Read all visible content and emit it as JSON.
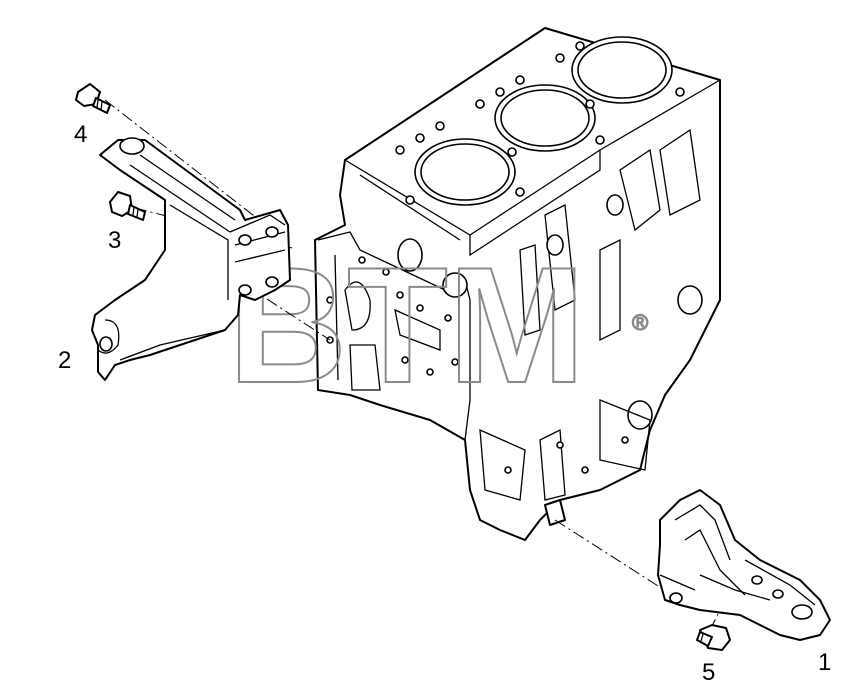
{
  "diagram": {
    "callouts": [
      {
        "id": "1",
        "label": "1"
      },
      {
        "id": "2",
        "label": "2"
      },
      {
        "id": "3",
        "label": "3"
      },
      {
        "id": "4",
        "label": "4"
      },
      {
        "id": "5",
        "label": "5"
      }
    ],
    "watermark": {
      "text": "BTM",
      "mark": "®"
    },
    "parts": [
      {
        "name": "engine-block"
      },
      {
        "name": "left-engine-mount-bracket",
        "callout": "2"
      },
      {
        "name": "right-engine-mount-bracket",
        "callout": "1"
      },
      {
        "name": "bolt-top",
        "callout": "4"
      },
      {
        "name": "bolt-middle",
        "callout": "3"
      },
      {
        "name": "bolt-bottom",
        "callout": "5"
      }
    ]
  }
}
